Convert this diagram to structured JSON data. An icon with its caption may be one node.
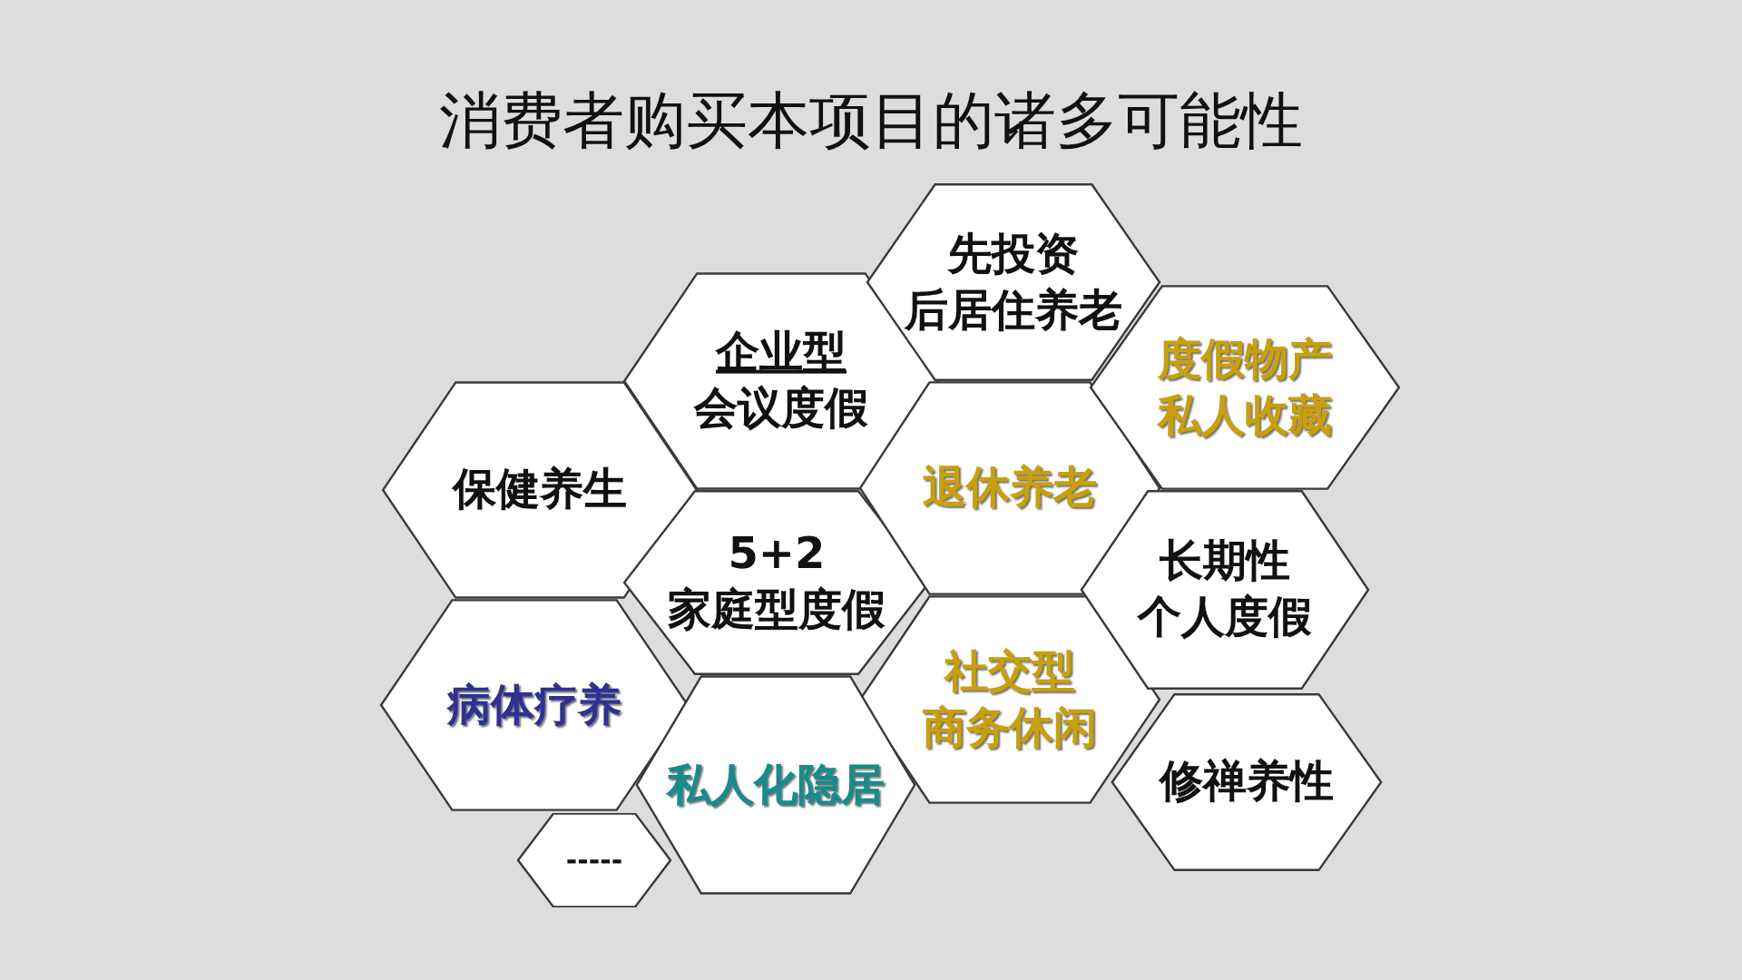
{
  "diagram": {
    "title": "消费者购买本项目的诸多可能性",
    "nodes": [
      {
        "text": [
          "先投资后居住养老"
        ]
      },
      {
        "text": [
          "企业型会议度假"
        ]
      },
      {
        "text": [
          "度假物产私人收藏"
        ]
      },
      {
        "text": [
          "保健养生"
        ]
      },
      {
        "text": [
          "退休养老"
        ]
      },
      {
        "text": [
          "5+2家庭型度假"
        ]
      },
      {
        "text": [
          "长期性个人度假"
        ]
      },
      {
        "text": [
          "病体疗养"
        ]
      },
      {
        "text": [
          "社交型商务休闲"
        ]
      },
      {
        "text": [
          "私人化隐居"
        ]
      },
      {
        "text": [
          "修禅养性"
        ]
      },
      {
        "text": [
          "-----"
        ]
      }
    ]
  }
}
